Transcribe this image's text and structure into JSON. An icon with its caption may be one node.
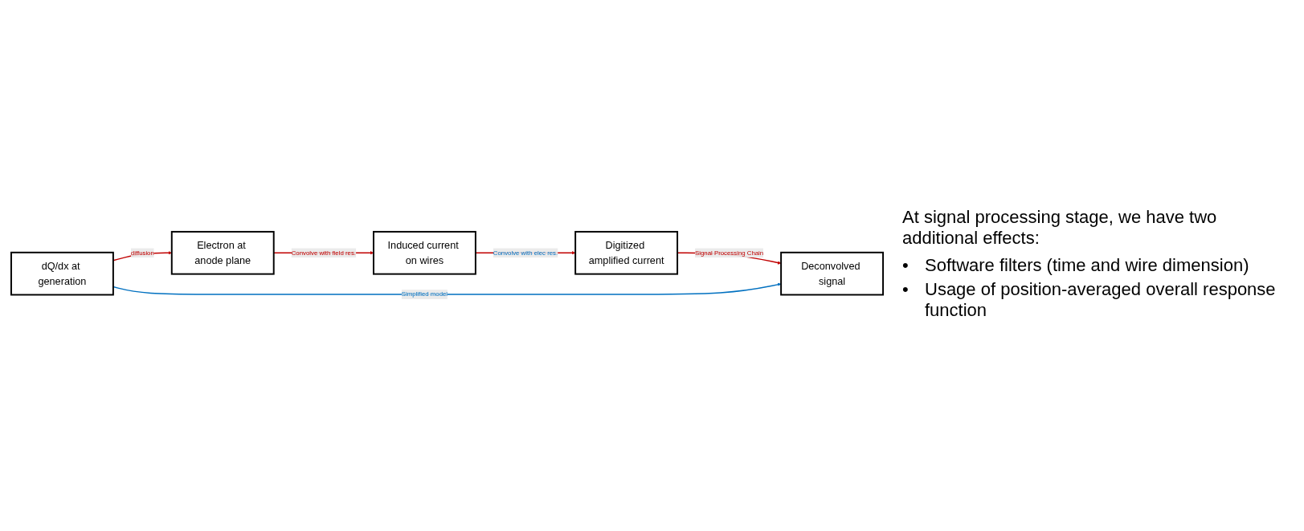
{
  "diagram": {
    "nodes": [
      {
        "text": [
          "dQ/dx at generation"
        ]
      },
      {
        "text": [
          "Electron at anode plane"
        ]
      },
      {
        "text": [
          "Induced current on wires"
        ]
      },
      {
        "text": [
          "Digitized amplified current"
        ]
      },
      {
        "text": [
          "Deconvolved signal"
        ]
      }
    ],
    "edges": [
      {
        "from": 0,
        "to": 1,
        "arrow": "to",
        "label": "diffusion"
      },
      {
        "from": 1,
        "to": 2,
        "arrow": "to",
        "label": "Convolve with field res."
      },
      {
        "from": 2,
        "to": 3,
        "arrow": "to",
        "label": "Convolve with elec res."
      },
      {
        "from": 3,
        "to": 4,
        "arrow": "to",
        "label": "Signal Processing Chain"
      },
      {
        "from": 0,
        "to": 4,
        "arrow": "to",
        "label": "Simplified model",
        "color": "#0070c0"
      }
    ],
    "labels": [
      "At signal processing stage, we have two additional effects:",
      "•",
      "Software filters (time and wire dimension)",
      "•",
      "Usage of position-averaged overall response function"
    ]
  }
}
